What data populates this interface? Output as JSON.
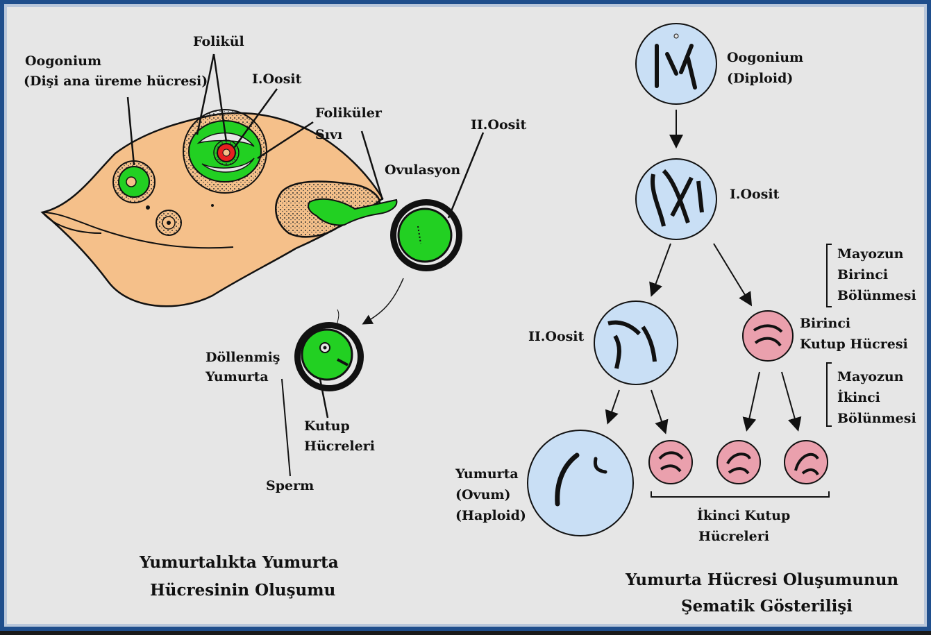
{
  "ovary_panel": {
    "labels": {
      "oogonium_1": "Oogonium",
      "oogonium_2": "(Dişi ana üreme hücresi)",
      "folikul": "Folikül",
      "oosit1": "I.Oosit",
      "folikuler_1": "Foliküler",
      "folikuler_2": "Sıvı",
      "oosit2": "II.Oosit",
      "ovulasyon": "Ovulasyon",
      "dollenmis_1": "Döllenmiş",
      "dollenmis_2": "Yumurta",
      "kutup_1": "Kutup",
      "kutup_2": "Hücreleri",
      "sperm": "Sperm"
    },
    "caption_1": "Yumurtalıkta Yumurta",
    "caption_2": "Hücresinin Oluşumu"
  },
  "scheme_panel": {
    "labels": {
      "oogonium_1": "Oogonium",
      "oogonium_2": "(Diploid)",
      "oosit1": "I.Oosit",
      "mayoz1_1": "Mayozun",
      "mayoz1_2": "Birinci",
      "mayoz1_3": "Bölünmesi",
      "oosit2": "II.Oosit",
      "kutup1_1": "Birinci",
      "kutup1_2": "Kutup Hücresi",
      "mayoz2_1": "Mayozun",
      "mayoz2_2": "İkinci",
      "mayoz2_3": "Bölünmesi",
      "yumurta_1": "Yumurta",
      "yumurta_2": "(Ovum)",
      "yumurta_3": "(Haploid)",
      "kutup2_1": "İkinci Kutup",
      "kutup2_2": "Hücreleri"
    },
    "caption_1": "Yumurta Hücresi Oluşumunun",
    "caption_2": "Şematik Gösterilişi"
  },
  "colors": {
    "ovary": "#f5c08a",
    "follicle_green": "#22d022",
    "oocyte_red": "#e82020",
    "cell_blue": "#c9dff5",
    "polar_pink": "#eaa0ad",
    "frame_border": "#1f4e8c"
  }
}
